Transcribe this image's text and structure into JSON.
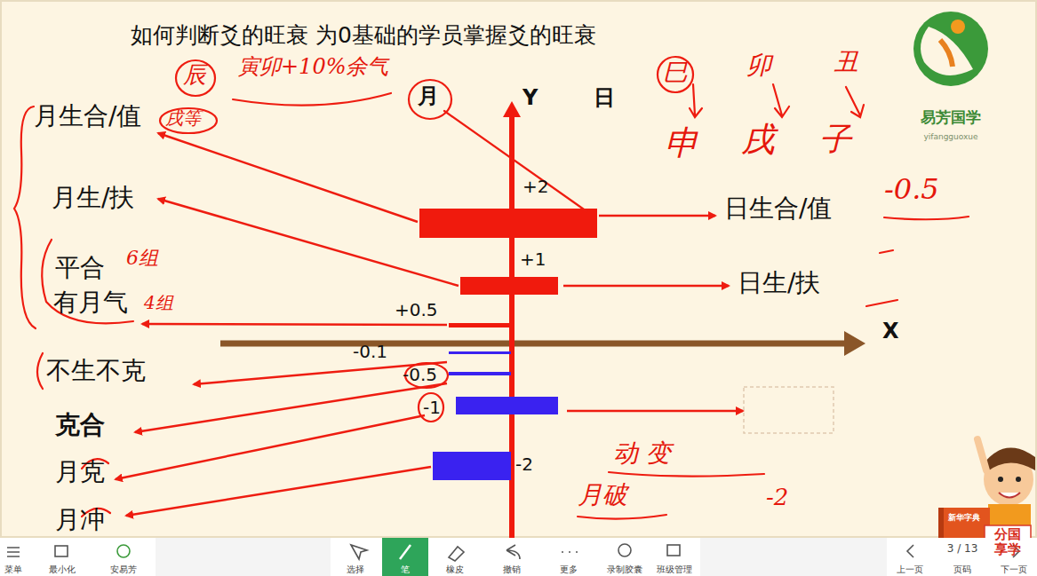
{
  "diagram": {
    "title": "如何判断爻的旺衰  为0基础的学员掌握爻的旺衰",
    "labels": [
      "月",
      "Y",
      "日",
      "月生合/值",
      "月生/扶",
      "平合",
      "有月气",
      "不生不克",
      "克合",
      "月克",
      "月冲",
      "日生合/值",
      "日生/扶",
      "+2",
      "+1",
      "+0.5",
      "-0.1",
      "-0.5",
      "-1",
      "-2",
      "X",
      "辰",
      "寅卯+10%余气",
      "戌等",
      "巳",
      "卯",
      "丑",
      "申",
      "戌",
      "子",
      "-0.5",
      "6组",
      "4组",
      "动 变",
      "月破",
      "-2",
      "易芳国学",
      "yifangguoxue",
      "菜单",
      "最小化",
      "安易芳",
      "选择",
      "笔",
      "橡皮",
      "撤销",
      "更多",
      "录制胶囊",
      "班级管理",
      "上一页",
      "3 / 13",
      "页码",
      "下一页",
      "分国享学",
      "新华字典"
    ]
  }
}
